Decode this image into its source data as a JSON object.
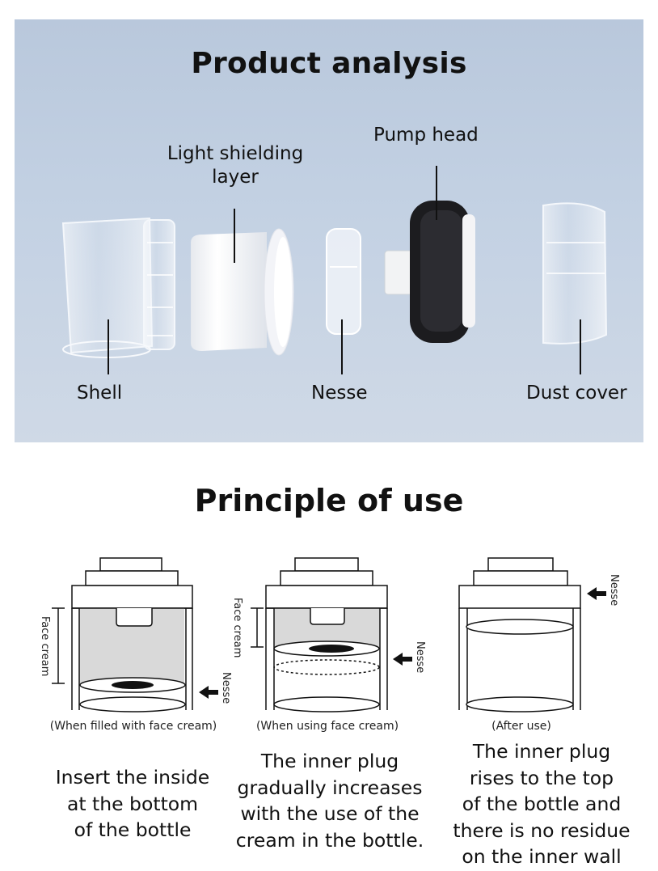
{
  "analysis": {
    "title": "Product analysis",
    "labels": {
      "light_shielding": "Light shielding layer",
      "light_shielding_line1": "Light shielding",
      "light_shielding_line2": "layer",
      "pump_head": "Pump head",
      "shell": "Shell",
      "nesse": "Nesse",
      "dust_cover": "Dust cover"
    }
  },
  "principle": {
    "title": "Principle of use",
    "diagrams": [
      {
        "caption": "(When filled with face cream)",
        "side_label": "Face cream",
        "pointer_label": "Nesse",
        "description_lines": [
          "Insert the inside",
          "at the bottom",
          "of the bottle"
        ]
      },
      {
        "caption": "(When using face cream)",
        "side_label": "Face cream",
        "pointer_label": "Nesse",
        "description_lines": [
          "The inner plug",
          "gradually increases",
          "with the use of the",
          "cream in the bottle."
        ]
      },
      {
        "caption": "(After use)",
        "pointer_label": "Nesse",
        "description_lines": [
          "The inner plug",
          "rises to the top",
          "of the bottle and",
          "there is no residue",
          "on the inner wall"
        ]
      }
    ]
  },
  "colors": {
    "photo_background": "#c3d1e3",
    "cream_fill": "#d9d9d9",
    "pump_black": "#1c1c1f"
  }
}
